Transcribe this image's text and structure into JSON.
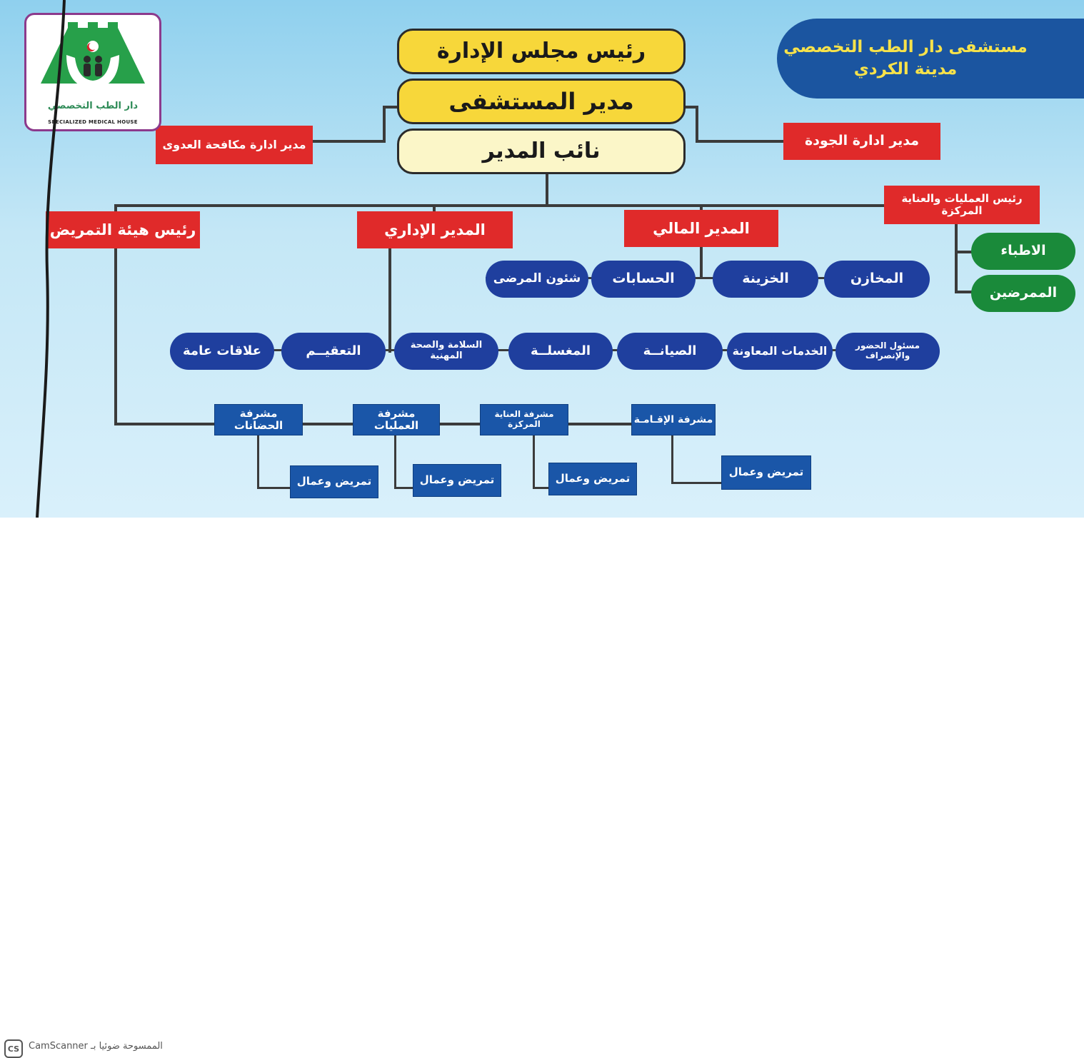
{
  "hospital": {
    "line1": "مستشفى دار الطب التخصصي",
    "line2": "مدينة الكردي"
  },
  "logo": {
    "arabic_name": "دار الطب التخصصي",
    "english_name": "SPECIALIZED MEDICAL HOUSE"
  },
  "top": {
    "chairman": "رئيس مجلس الإدارة",
    "director": "مدير المستشفى",
    "deputy": "نائب المدير"
  },
  "side": {
    "infection": "مدير ادارة مكافحة العدوى",
    "quality": "مدير ادارة الجودة"
  },
  "managers": {
    "nursing": "رئيس هيئة التمريض",
    "admin": "المدير الإداري",
    "finance": "المدير المالي",
    "operations": "رئيس العمليات والعناية المركزة"
  },
  "finance_units": [
    "المخازن",
    "الخزينة",
    "الحسابات",
    "شئون المرضى"
  ],
  "ops_units": [
    "الاطباء",
    "الممرضين"
  ],
  "admin_units": [
    "مسئول الحضور والإنصراف",
    "الخدمات المعاونة",
    "الصيانــة",
    "المغسلــة",
    "السلامة والصحة المهنية",
    "التعقيــم",
    "علاقات عامة"
  ],
  "supervisors": [
    "مشرفة الإقـامـة",
    "مشرفة العناية المركزة",
    "مشرفة العمليات",
    "مشرفة الحضانات"
  ],
  "staff_label": "تمريض وعمال",
  "footer": {
    "scanner": "الممسوحة ضوئيا بـ CamScanner",
    "icon": "CS"
  },
  "colors": {
    "board": "#c4e7f6",
    "yellow": "#f7d73a",
    "red": "#e02a2a",
    "navy": "#1f3f9e",
    "green": "#1a8a3a",
    "blue": "#1a56a8",
    "hospital_banner": "#1b55a0",
    "hospital_text": "#f7e24a"
  }
}
